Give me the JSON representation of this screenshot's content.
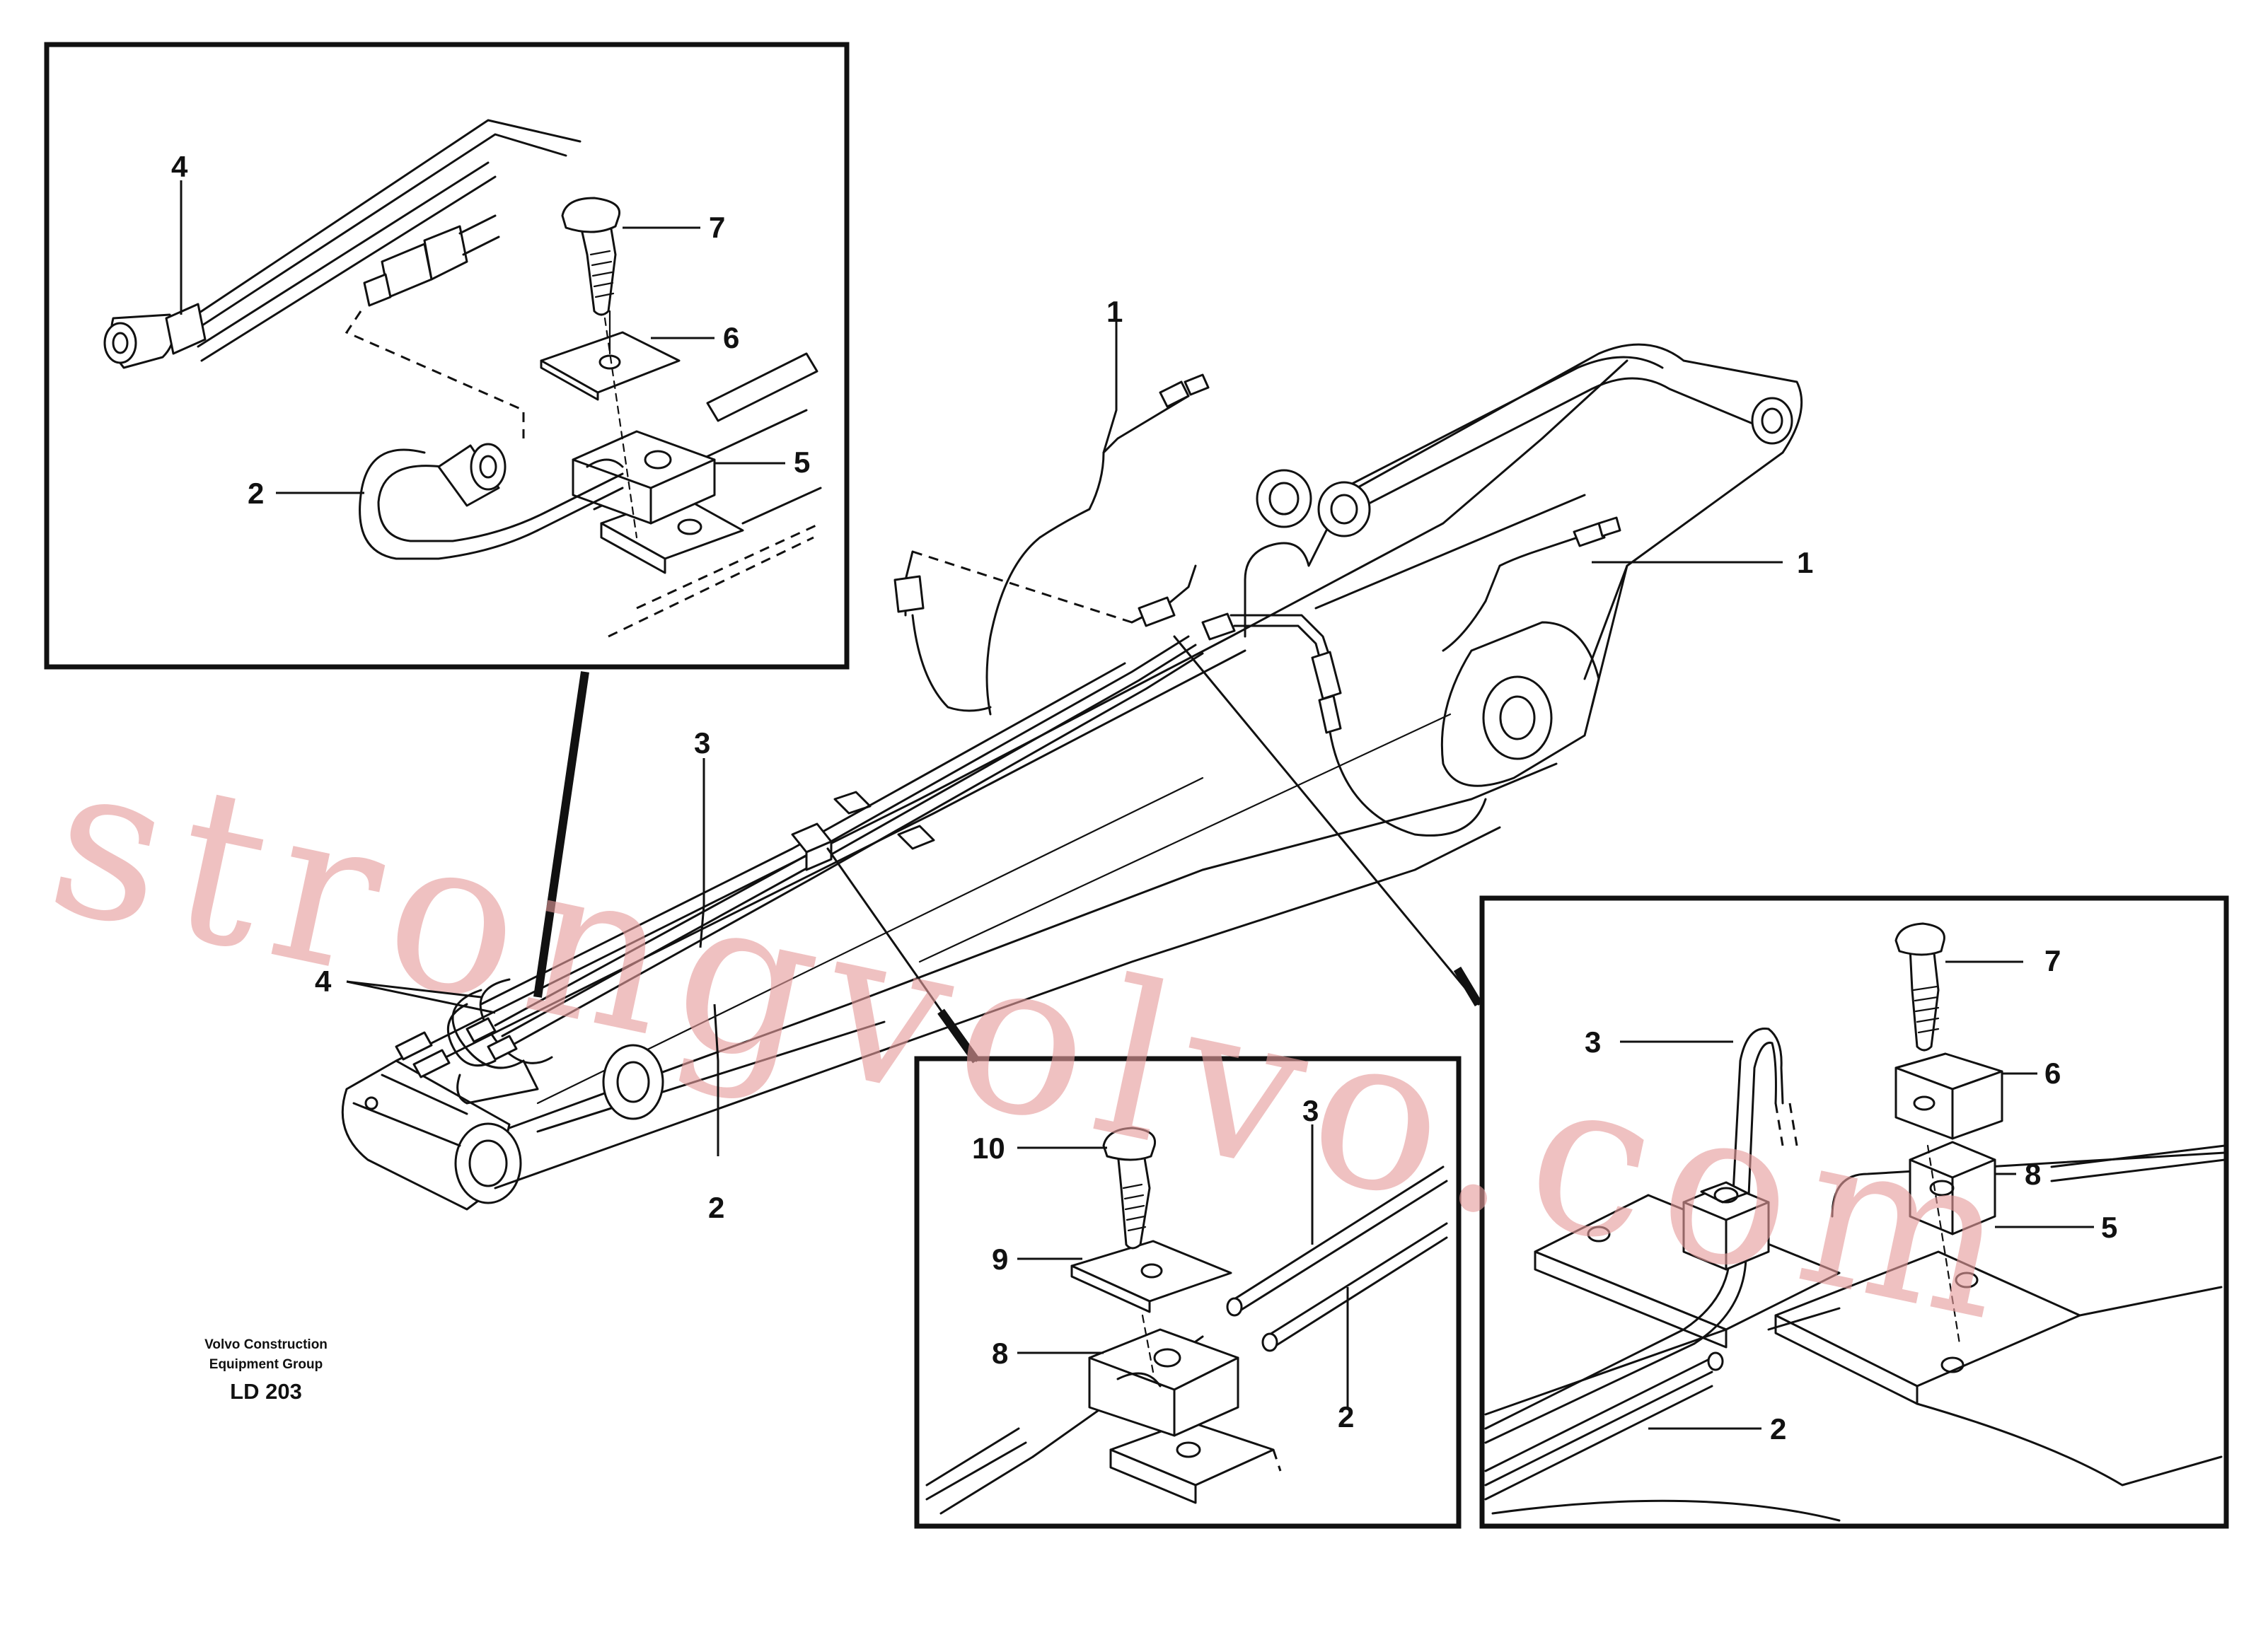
{
  "diagram": {
    "credit_line_1": "Volvo Construction",
    "credit_line_2": "Equipment Group",
    "code": "LD 203",
    "watermark": "strongvolvo.com"
  },
  "callouts": {
    "main": [
      {
        "id": "main-1-top",
        "label": "1"
      },
      {
        "id": "main-1-right",
        "label": "1"
      },
      {
        "id": "main-3",
        "label": "3"
      },
      {
        "id": "main-2",
        "label": "2"
      },
      {
        "id": "main-4",
        "label": "4"
      }
    ],
    "detail_top_left": [
      {
        "id": "tl-4",
        "label": "4"
      },
      {
        "id": "tl-7",
        "label": "7"
      },
      {
        "id": "tl-6",
        "label": "6"
      },
      {
        "id": "tl-5",
        "label": "5"
      },
      {
        "id": "tl-2",
        "label": "2"
      }
    ],
    "detail_bottom_center": [
      {
        "id": "bc-10",
        "label": "10"
      },
      {
        "id": "bc-3",
        "label": "3"
      },
      {
        "id": "bc-9",
        "label": "9"
      },
      {
        "id": "bc-8",
        "label": "8"
      },
      {
        "id": "bc-2",
        "label": "2"
      }
    ],
    "detail_bottom_right": [
      {
        "id": "br-7",
        "label": "7"
      },
      {
        "id": "br-3",
        "label": "3"
      },
      {
        "id": "br-6",
        "label": "6"
      },
      {
        "id": "br-8",
        "label": "8"
      },
      {
        "id": "br-5",
        "label": "5"
      },
      {
        "id": "br-2",
        "label": "2"
      }
    ]
  }
}
